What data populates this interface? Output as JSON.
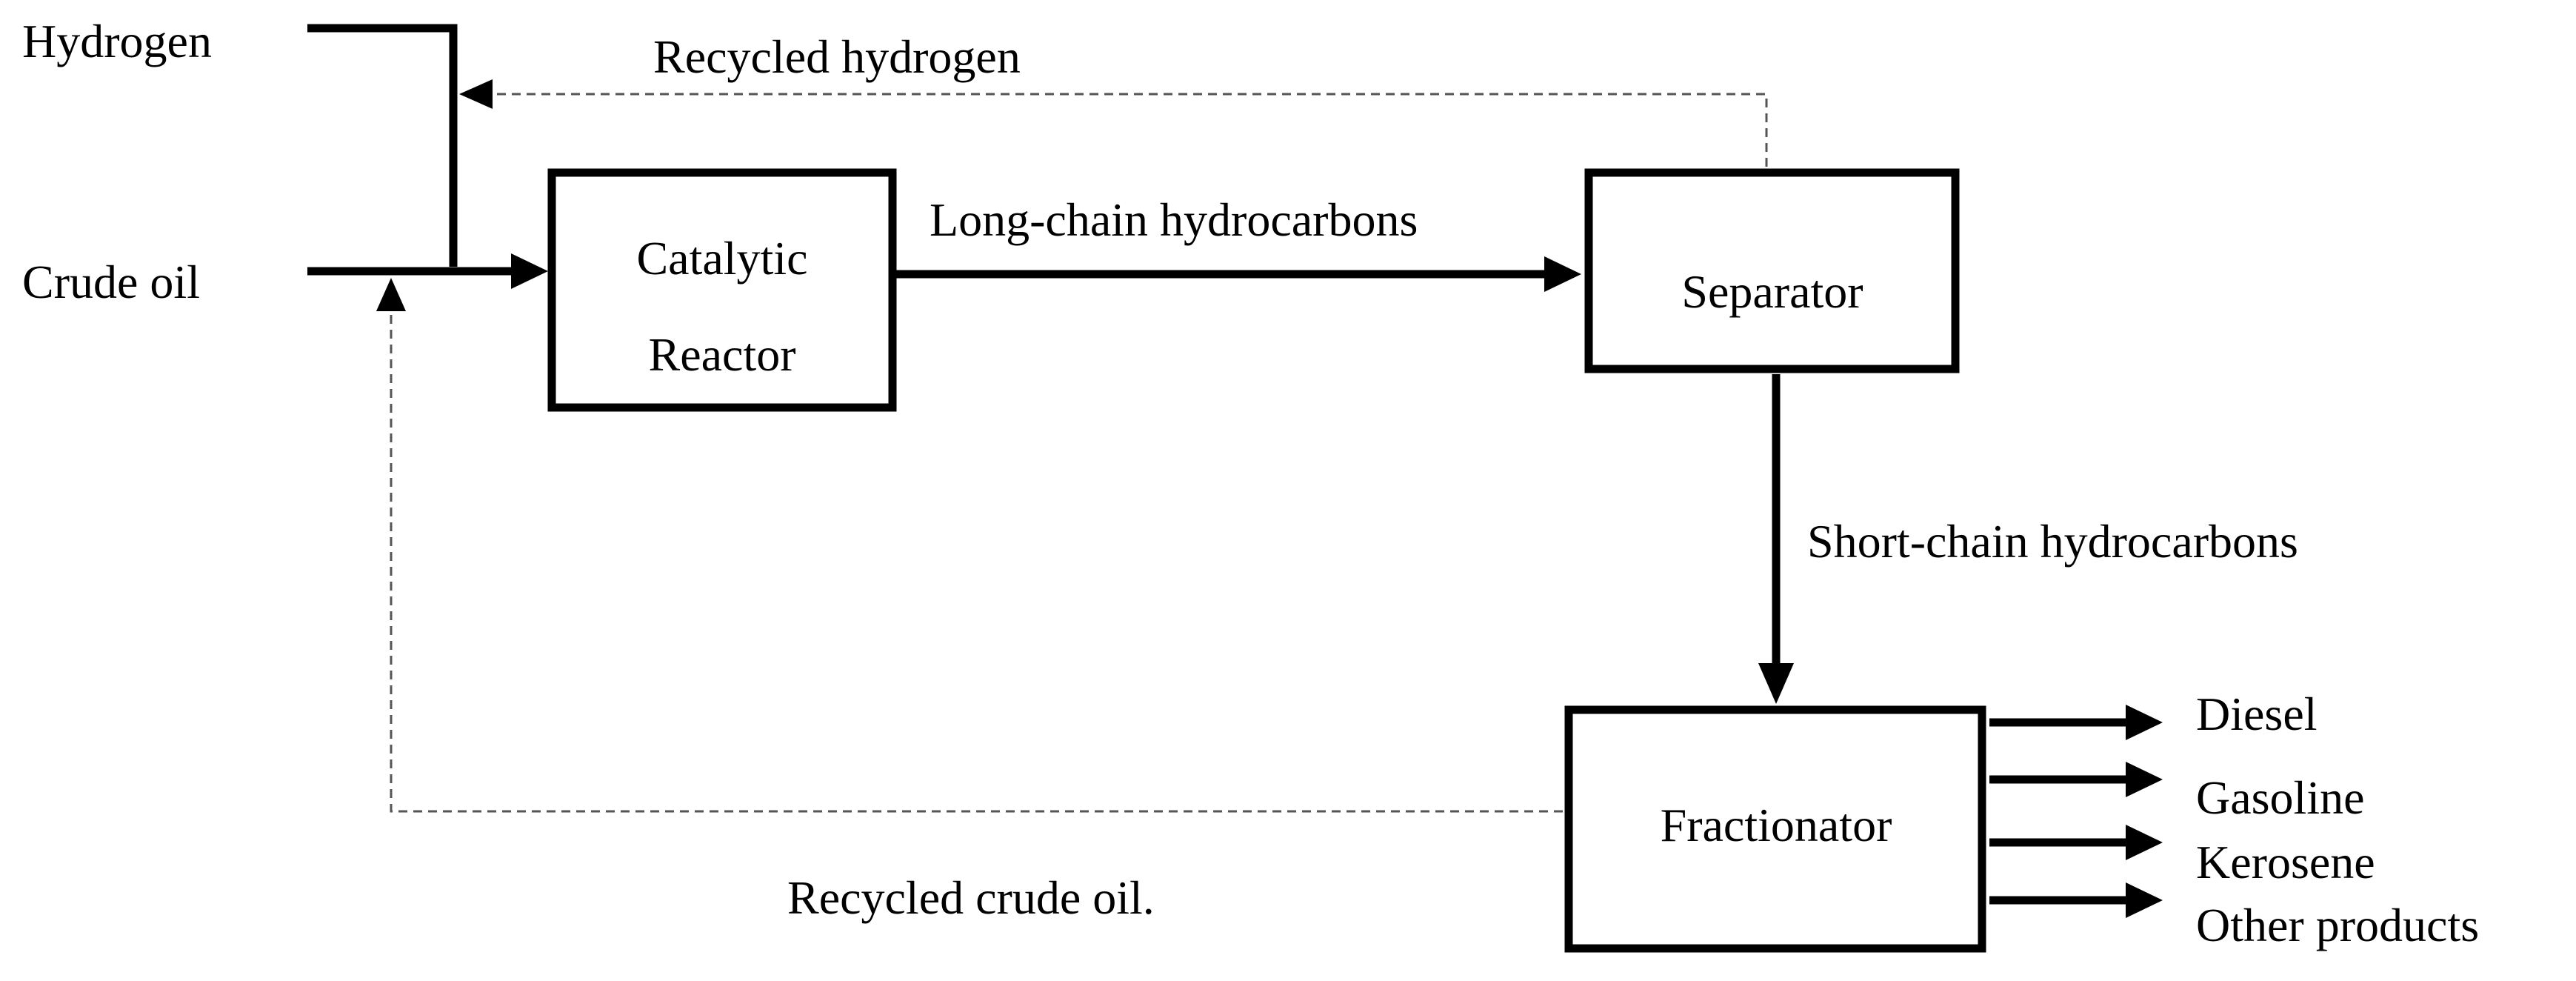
{
  "inputs": {
    "hydrogen": "Hydrogen",
    "crude_oil": "Crude oil"
  },
  "units": {
    "reactor_line1": "Catalytic",
    "reactor_line2": "Reactor",
    "separator": "Separator",
    "fractionator": "Fractionator"
  },
  "streams": {
    "long_chain": "Long-chain hydrocarbons",
    "short_chain": "Short-chain hydrocarbons",
    "recycled_hydrogen": "Recycled hydrogen",
    "recycled_crude": "Recycled crude oil."
  },
  "products": [
    "Diesel",
    "Gasoline",
    "Kerosene",
    "Other products"
  ],
  "colors": {
    "line": "#000000",
    "dashed_line": "#555555",
    "background": "#ffffff"
  }
}
